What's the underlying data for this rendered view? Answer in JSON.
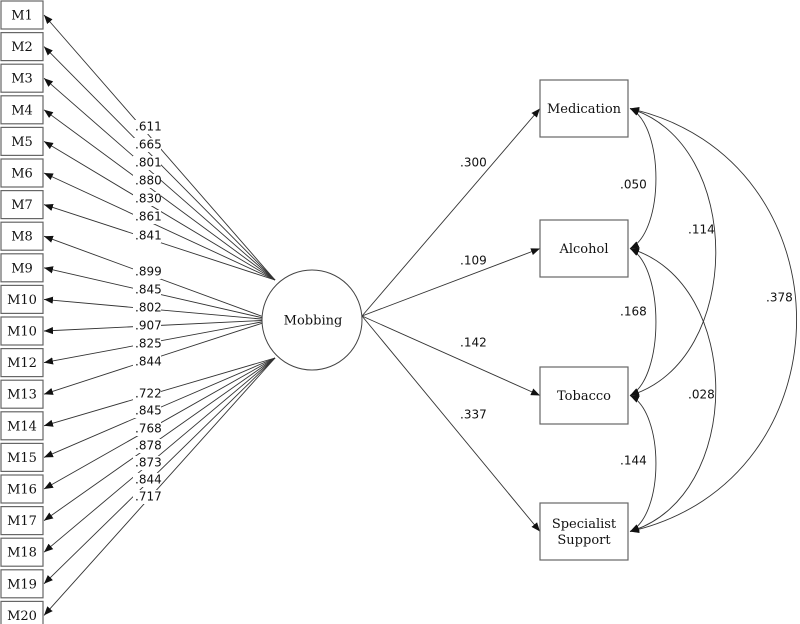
{
  "diagram": {
    "type": "structural-equation-model",
    "latent": {
      "id": "mobbing",
      "label": "Mobbing"
    },
    "indicators": [
      {
        "label": "M1",
        "loading": ".611"
      },
      {
        "label": "M2",
        "loading": ".665"
      },
      {
        "label": "M3",
        "loading": ".801"
      },
      {
        "label": "M4",
        "loading": ".880"
      },
      {
        "label": "M5",
        "loading": ".830"
      },
      {
        "label": "M6",
        "loading": ".861"
      },
      {
        "label": "M7",
        "loading": ".841"
      },
      {
        "label": "M8",
        "loading": ".899"
      },
      {
        "label": "M9",
        "loading": ".845"
      },
      {
        "label": "M10",
        "loading": ".802"
      },
      {
        "label": "M10",
        "loading": ".907"
      },
      {
        "label": "M12",
        "loading": ".825"
      },
      {
        "label": "M13",
        "loading": ".844"
      },
      {
        "label": "M14",
        "loading": ".722"
      },
      {
        "label": "M15",
        "loading": ".845"
      },
      {
        "label": "M16",
        "loading": ".768"
      },
      {
        "label": "M17",
        "loading": ".878"
      },
      {
        "label": "M18",
        "loading": ".873"
      },
      {
        "label": "M19",
        "loading": ".844"
      },
      {
        "label": "M20",
        "loading": ".717"
      }
    ],
    "outcomes": [
      {
        "id": "medication",
        "lines": [
          "Medication"
        ],
        "path": ".300"
      },
      {
        "id": "alcohol",
        "lines": [
          "Alcohol"
        ],
        "path": ".109"
      },
      {
        "id": "tobacco",
        "lines": [
          "Tobacco"
        ],
        "path": ".142"
      },
      {
        "id": "specialist",
        "lines": [
          "Specialist",
          "Support"
        ],
        "path": ".337"
      }
    ],
    "covariances": [
      {
        "from": "medication",
        "to": "alcohol",
        "value": ".050"
      },
      {
        "from": "medication",
        "to": "tobacco",
        "value": ".114"
      },
      {
        "from": "medication",
        "to": "specialist",
        "value": ".378"
      },
      {
        "from": "alcohol",
        "to": "tobacco",
        "value": ".168"
      },
      {
        "from": "alcohol",
        "to": "specialist",
        "value": ".028"
      },
      {
        "from": "tobacco",
        "to": "specialist",
        "value": ".144"
      }
    ]
  }
}
